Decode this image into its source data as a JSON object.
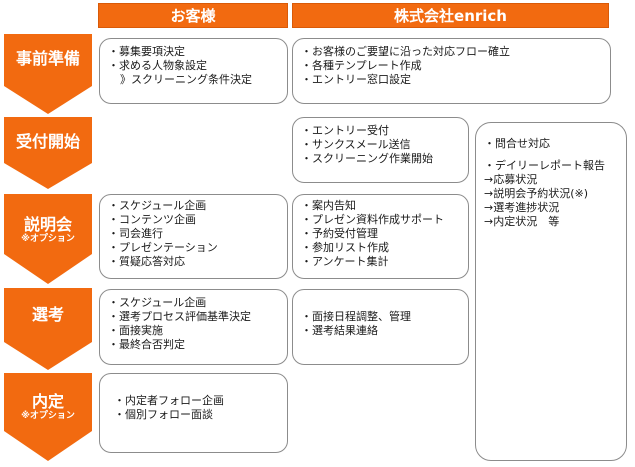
{
  "headers": {
    "client": "お客様",
    "enrich": "株式会社enrich"
  },
  "stages": [
    {
      "title": "事前準備",
      "sub": ""
    },
    {
      "title": "受付開始",
      "sub": ""
    },
    {
      "title": "説明会",
      "sub": "※オプション"
    },
    {
      "title": "選考",
      "sub": ""
    },
    {
      "title": "内定",
      "sub": "※オプション"
    }
  ],
  "client_tasks": [
    [
      "・募集要項決定",
      "・求める人物象設定",
      "》スクリーニング条件決定"
    ],
    [
      "・スケジュール企画",
      "・コンテンツ企画",
      "・司会進行",
      "・プレゼンテーション",
      "・質疑応答対応"
    ],
    [
      "・スケジュール企画",
      "・選考プロセス評価基準決定",
      "・面接実施",
      "・最終合否判定"
    ],
    [
      "・内定者フォロー企画",
      "・個別フォロー面談"
    ]
  ],
  "enrich_tasks": [
    [
      "・お客様のご要望に沿った対応フロー確立",
      "・各種テンプレート作成",
      "・エントリー窓口設定"
    ],
    [
      "・エントリー受付",
      "・サンクスメール送信",
      "・スクリーニング作業開始"
    ],
    [
      "・案内告知",
      "・プレゼン資料作成サポート",
      "・予約受付管理",
      "・参加リスト作成",
      "・アンケート集計"
    ],
    [
      "・面接日程調整、管理",
      "・選考結果連絡"
    ]
  ],
  "enrich_ongoing": [
    "・問合せ対応",
    "",
    "・デイリーレポート報告",
    "→応募状況",
    "→説明会予約状況(※)",
    "→選考進捗状況",
    "→内定状況　等"
  ]
}
